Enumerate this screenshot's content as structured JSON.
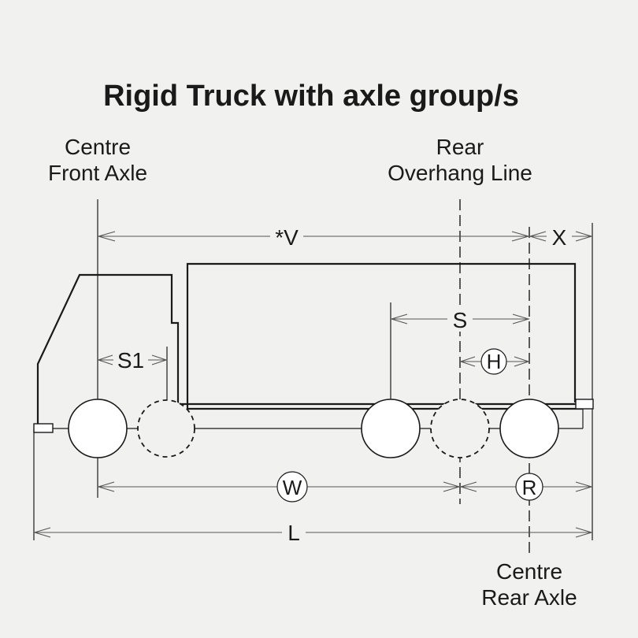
{
  "title": "Rigid Truck with axle group/s",
  "labels": {
    "front_axle_line1": "Centre",
    "front_axle_line2": "Front Axle",
    "rear_overhang_line1": "Rear",
    "rear_overhang_line2": "Overhang Line",
    "rear_axle_line1": "Centre",
    "rear_axle_line2": "Rear Axle"
  },
  "dimensions": {
    "V": "*V",
    "X": "X",
    "S": "S",
    "S1": "S1",
    "H": "H",
    "W": "W",
    "R": "R",
    "L": "L"
  }
}
